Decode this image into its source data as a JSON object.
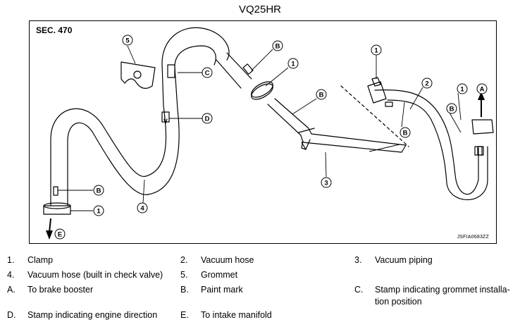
{
  "title": "VQ25HR",
  "section": "SEC. 470",
  "figure_code": "JSFIA0683ZZ",
  "callouts": {
    "c1": "1",
    "c2": "2",
    "c3": "3",
    "c4": "4",
    "c5": "5",
    "cA": "A",
    "cB": "B",
    "cC": "C",
    "cD": "D",
    "cE": "E"
  },
  "legend": [
    {
      "key": "1.",
      "text": "Clamp"
    },
    {
      "key": "2.",
      "text": "Vacuum hose"
    },
    {
      "key": "3.",
      "text": "Vacuum piping"
    },
    {
      "key": "4.",
      "text": "Vacuum hose (built in check valve)"
    },
    {
      "key": "5.",
      "text": "Grommet"
    },
    {
      "key": "A.",
      "text": "To brake booster"
    },
    {
      "key": "B.",
      "text": "Paint mark"
    },
    {
      "key": "C.",
      "text": "Stamp indicating grommet installa-tion position"
    },
    {
      "key": "D.",
      "text": "Stamp indicating engine direction"
    },
    {
      "key": "E.",
      "text": "To intake manifold"
    }
  ]
}
